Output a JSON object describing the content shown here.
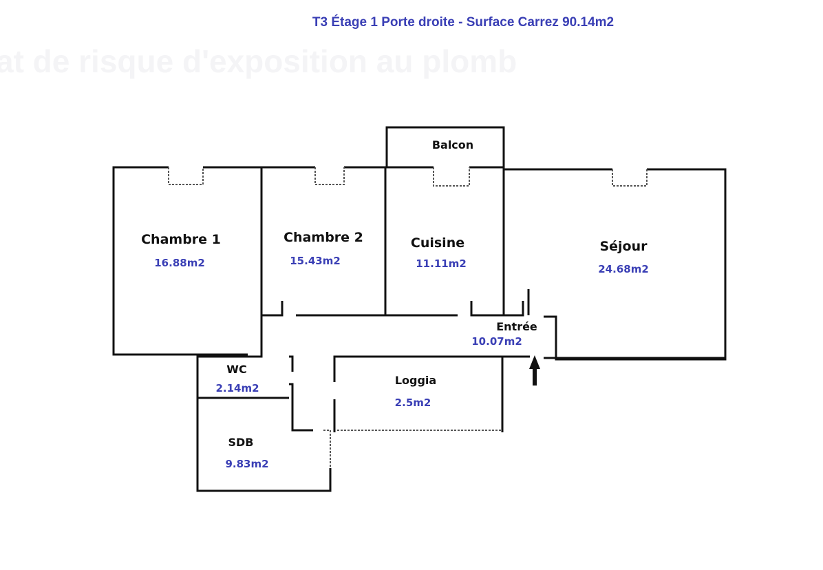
{
  "title": "T3 Étage 1 Porte droite - Surface Carrez 90.14m2",
  "background_text": "at de risque d'exposition au plomb",
  "rooms": {
    "chambre1": {
      "name": "Chambre 1",
      "area": "16.88m2"
    },
    "chambre2": {
      "name": "Chambre 2",
      "area": "15.43m2"
    },
    "cuisine": {
      "name": "Cuisine",
      "area": "11.11m2"
    },
    "balcon": {
      "name": "Balcon"
    },
    "sejour": {
      "name": "Séjour",
      "area": "24.68m2"
    },
    "entree": {
      "name": "Entrée",
      "area": "10.07m2"
    },
    "wc": {
      "name": "WC",
      "area": "2.14m2"
    },
    "loggia": {
      "name": "Loggia",
      "area": "2.5m2"
    },
    "sdb": {
      "name": "SDB",
      "area": "9.83m2"
    }
  },
  "colors": {
    "area_text": "#3a3fb5",
    "walls": "#111111"
  }
}
